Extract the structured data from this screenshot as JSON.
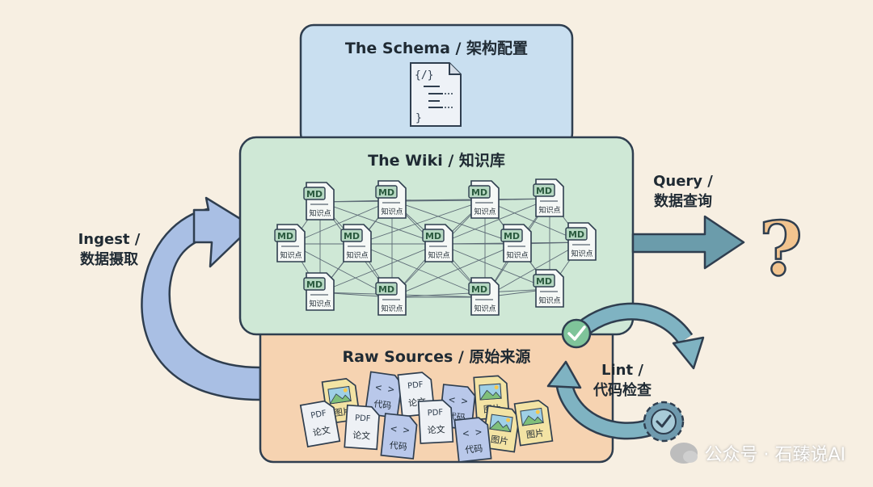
{
  "schema": {
    "title": "The Schema / 架构配置",
    "code_glyph": "{/}",
    "close_brace": "}",
    "icon": "code-document-icon"
  },
  "wiki": {
    "title": "The Wiki / 知识库",
    "node_tag": "MD",
    "node_label": "知识点"
  },
  "raw_sources": {
    "title": "Raw Sources / 原始来源",
    "pdf_tag": "PDF",
    "pdf_label": "论文",
    "code_glyph": "< >",
    "code_label": "代码",
    "image_label": "图片"
  },
  "ingest": {
    "line1": "Ingest /",
    "line2": "数据摄取"
  },
  "query": {
    "line1": "Query /",
    "line2": "数据查询",
    "symbol": "?"
  },
  "lint": {
    "line1": "Lint /",
    "line2": "代码检查"
  },
  "watermark": "公众号 · 石臻说AI",
  "colors": {
    "background": "#f7efe2",
    "schema_fill": "#c9dff0",
    "wiki_fill": "#cfe8d6",
    "raw_fill": "#f6d3b1",
    "ingest_arrow": "#a9bfe4",
    "query_arrow": "#6b9cab",
    "lint_arrow": "#7fb3c2",
    "question_mark": "#f2c48f"
  }
}
